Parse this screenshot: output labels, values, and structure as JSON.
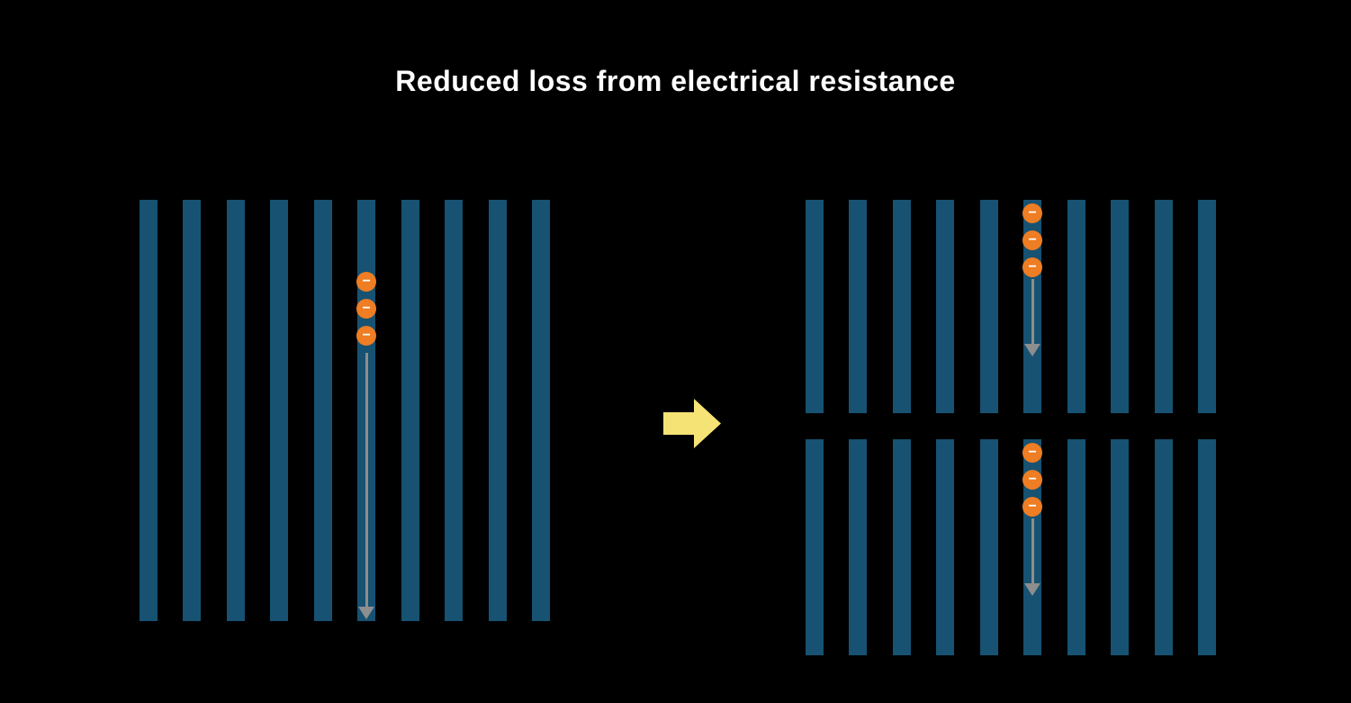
{
  "title": "Reduced loss from electrical resistance",
  "electron_symbol": "−",
  "colors": {
    "background": "#000000",
    "title_text": "#ffffff",
    "finger_bar": "#175272",
    "electron_fill": "#ee7d23",
    "electron_symbol_color": "#ffffff",
    "flow_arrow": "#8e8e8e",
    "transition_arrow": "#f6e375"
  },
  "panels": {
    "full_cell": {
      "bar_count": 10,
      "electron_bar_index": 6,
      "electron_count": 3
    },
    "half_cell_top": {
      "bar_count": 10,
      "electron_bar_index": 6,
      "electron_count": 3
    },
    "half_cell_bottom": {
      "bar_count": 10,
      "electron_bar_index": 6,
      "electron_count": 3
    }
  },
  "transition": {
    "arrow_direction": "right"
  }
}
